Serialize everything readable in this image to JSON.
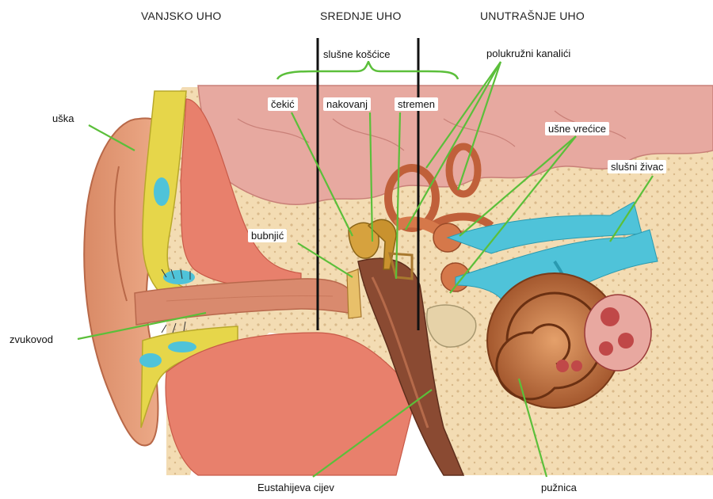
{
  "sections": {
    "outer": "VANJSKO UHO",
    "middle": "SREDNJE UHO",
    "inner": "UNUTRAŠNJE UHO"
  },
  "labels": {
    "ossicles": "slušne košćice",
    "hammer": "čekić",
    "anvil": "nakovanj",
    "stirrup": "stremen",
    "canals": "polukružni kanalići",
    "sacs": "ušne vrećice",
    "nerve": "slušni živac",
    "pinna": "uška",
    "eardrum": "bubnjić",
    "canal": "zvukovod",
    "eustachian": "Eustahijeva cijev",
    "cochlea": "pužnica"
  },
  "colors": {
    "skin": "#e9a27e",
    "skin_dark": "#c9704f",
    "bone": "#f3dcb3",
    "brain": "#e7a9a0",
    "tissue": "#e8806c",
    "fat": "#e6d64a",
    "fluid": "#4fc3d9",
    "leader": "#5bbf3a",
    "divider": "#111111",
    "cochlea": "#b86a3a",
    "tube": "#8a4a32"
  }
}
